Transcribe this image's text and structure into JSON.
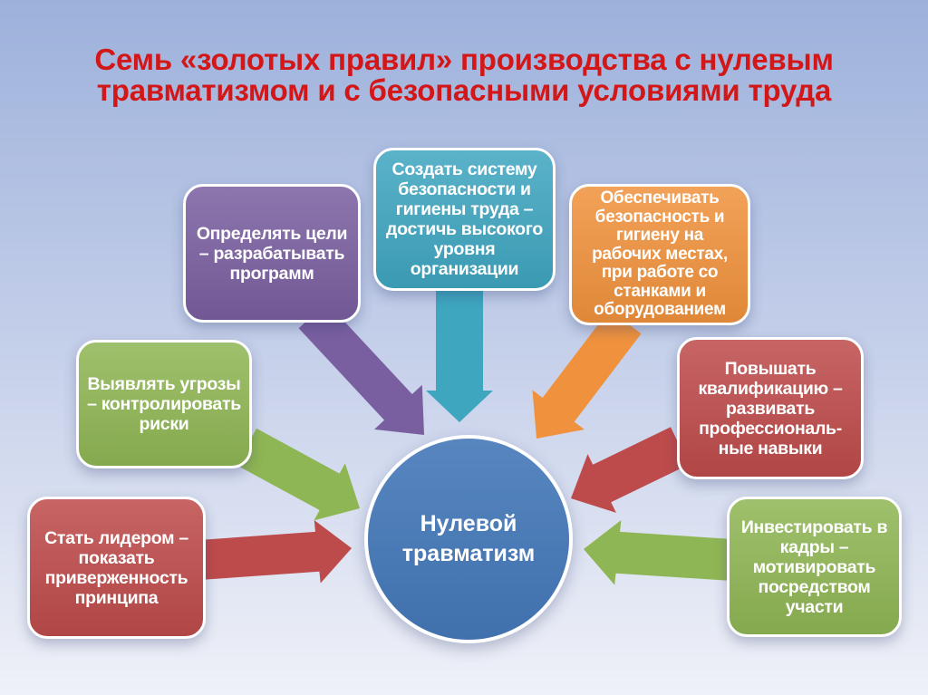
{
  "palette": {
    "background_top": "#9DB1DB",
    "background_mid": "#C3CEE9",
    "background_bottom": "#EFF1F8",
    "title_red": "#D31718",
    "purple": "#7A5FA0",
    "teal": "#3FA6C0",
    "orange": "#F0923D",
    "green": "#8FB654",
    "red": "#BE4B4B",
    "center_blue": "#4478B8",
    "box_border": "#FFFFFF",
    "box_text": "#FFFFFF"
  },
  "title": "Семь «золотых правил» производства с нулевым\nтравматизмом и с безопасными условиями труда",
  "center_label": "Нулевой\nтравматизм",
  "rules": [
    {
      "id": "define-goals",
      "color": "purple",
      "text": "Определять цели\n– разрабатывать\nпрограмм"
    },
    {
      "id": "safety-system",
      "color": "teal",
      "text": "Создать систему\nбезопасности и\nгигиены труда –\nдостичь высокого\nуровня\nорганизации"
    },
    {
      "id": "workplace-safety",
      "color": "orange",
      "text": "Обеспечивать\nбезопасность и\nгигиену на\nрабочих местах,\nпри работе со\nстанками и\nоборудованием"
    },
    {
      "id": "identify-hazards",
      "color": "green",
      "text": "Выявлять угрозы\n– контролировать\nриски"
    },
    {
      "id": "qualification",
      "color": "red",
      "text": "Повышать\nквалификацию –\nразвивать\nпрофессиональ-\nные навыки"
    },
    {
      "id": "leadership",
      "color": "red",
      "text": "Стать лидером –\nпоказать\nприверженность\nпринципа"
    },
    {
      "id": "invest-people",
      "color": "green",
      "text": "Инвестировать в\nкадры –\nмотивировать\nпосредством\nучасти"
    }
  ]
}
